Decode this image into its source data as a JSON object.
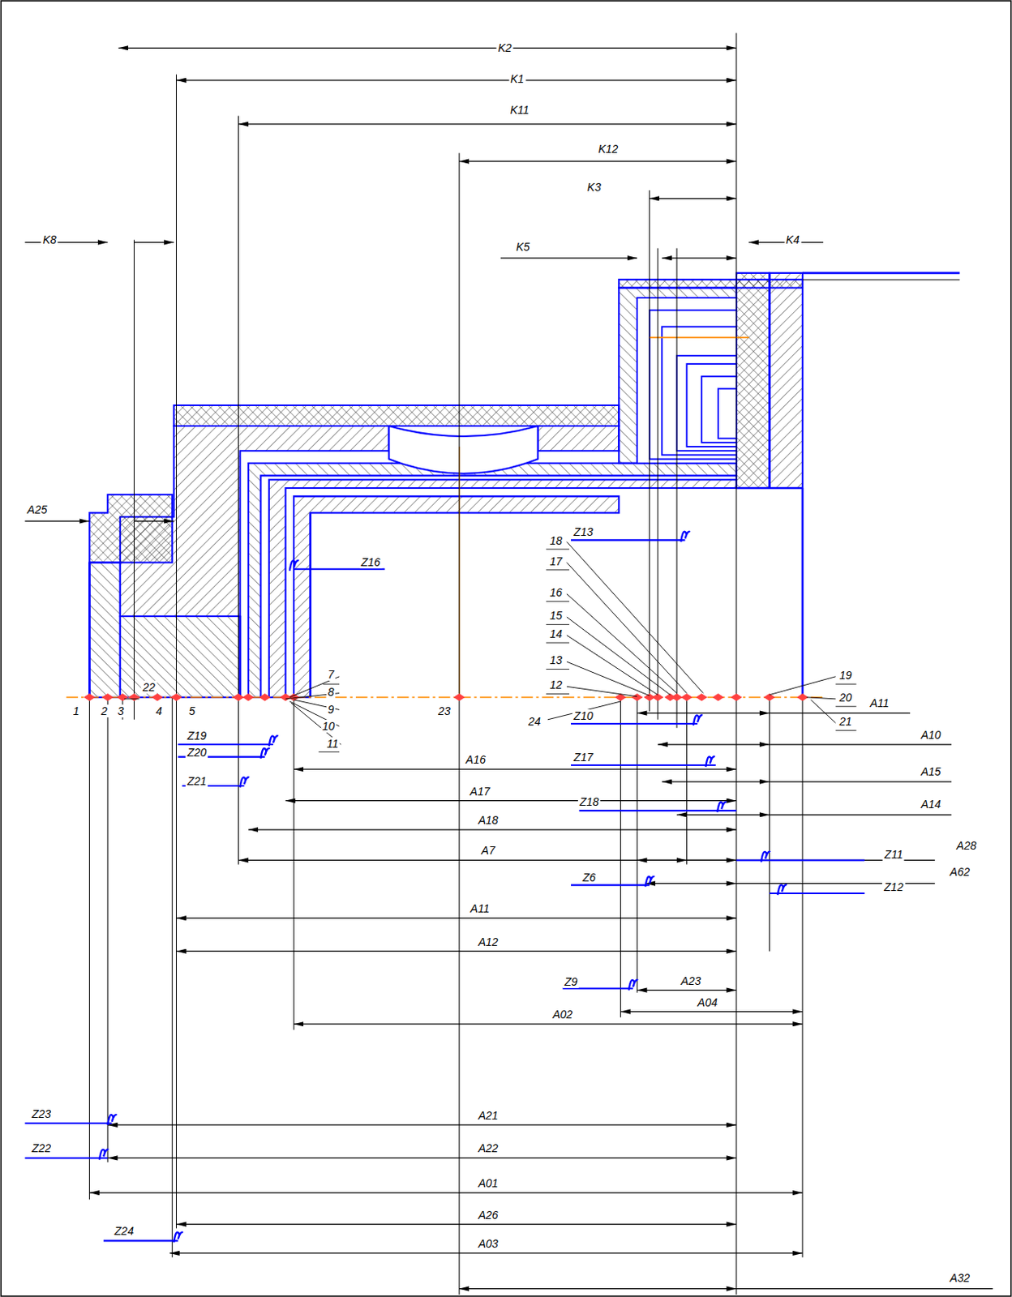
{
  "diagram": {
    "labels": [
      "K2",
      "K1",
      "K11",
      "K12",
      "K3",
      "K5",
      "K4",
      "K8",
      "1",
      "2",
      "3",
      "22",
      "4",
      "5",
      "7",
      "8",
      "9",
      "10",
      "11",
      "23",
      "18",
      "17",
      "16",
      "15",
      "14",
      "13",
      "12",
      "24",
      "19",
      "20",
      "21",
      "Z13",
      "Z10",
      "Z17",
      "Z18",
      "Z16",
      "Z19",
      "Z20",
      "Z21",
      "Z6",
      "Z9",
      "Z11",
      "Z12",
      "Z23",
      "Z22",
      "Z24",
      "A11",
      "A10",
      "A15",
      "A14",
      "A16",
      "A17",
      "A18",
      "A28",
      "A7",
      "A62",
      "A11",
      "A12",
      "A23",
      "A04",
      "A02",
      "A21",
      "A22",
      "A01",
      "A26",
      "A03",
      "A32",
      "A25"
    ]
  }
}
